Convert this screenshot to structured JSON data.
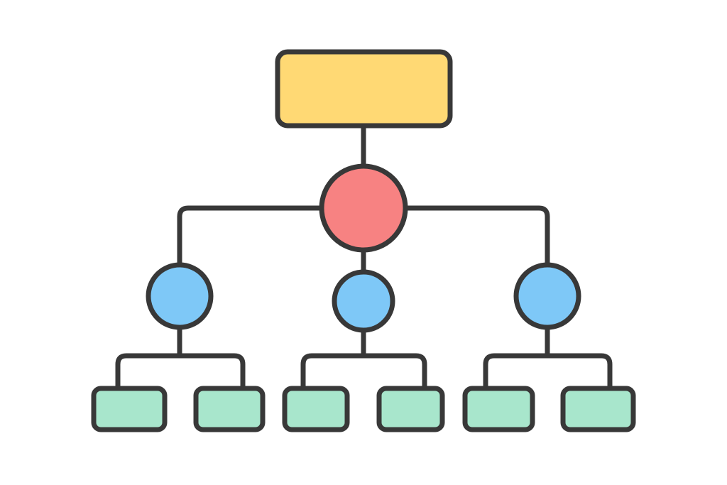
{
  "diagram": {
    "type": "hierarchy",
    "colors": {
      "background": "#ffffff",
      "outline": "#383838",
      "root": "#ffd974",
      "hub": "#f78282",
      "branch": "#7ec8f7",
      "leaf": "#a8e6cc"
    },
    "nodes": [
      {
        "id": "root",
        "shape": "rounded-rect",
        "role": "root",
        "parent": null
      },
      {
        "id": "hub",
        "shape": "circle",
        "role": "hub",
        "parent": "root"
      },
      {
        "id": "branch-left",
        "shape": "circle",
        "role": "branch",
        "parent": "hub"
      },
      {
        "id": "branch-center",
        "shape": "circle",
        "role": "branch",
        "parent": "hub"
      },
      {
        "id": "branch-right",
        "shape": "circle",
        "role": "branch",
        "parent": "hub"
      },
      {
        "id": "leaf-1",
        "shape": "rounded-rect",
        "role": "leaf",
        "parent": "branch-left"
      },
      {
        "id": "leaf-2",
        "shape": "rounded-rect",
        "role": "leaf",
        "parent": "branch-left"
      },
      {
        "id": "leaf-3",
        "shape": "rounded-rect",
        "role": "leaf",
        "parent": "branch-center"
      },
      {
        "id": "leaf-4",
        "shape": "rounded-rect",
        "role": "leaf",
        "parent": "branch-center"
      },
      {
        "id": "leaf-5",
        "shape": "rounded-rect",
        "role": "leaf",
        "parent": "branch-right"
      },
      {
        "id": "leaf-6",
        "shape": "rounded-rect",
        "role": "leaf",
        "parent": "branch-right"
      }
    ]
  }
}
